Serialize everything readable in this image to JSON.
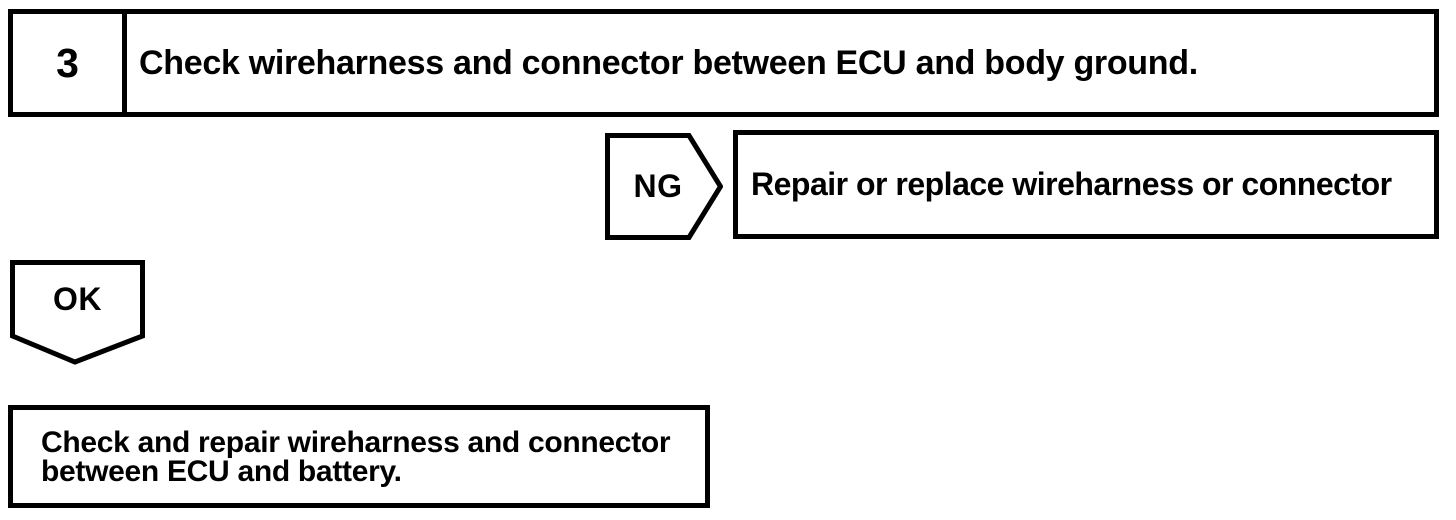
{
  "page": {
    "background_color": "#ffffff",
    "ink_color": "#000000"
  },
  "flowchart": {
    "step": {
      "number": "3",
      "instruction": "Check wireharness and connector between ECU and body ground."
    },
    "ng": {
      "label": "NG",
      "action": "Repair or replace wireharness or connector"
    },
    "ok": {
      "label": "OK",
      "action_lines": [
        "Check and repair wireharness and connector",
        "between ECU and battery."
      ]
    }
  }
}
